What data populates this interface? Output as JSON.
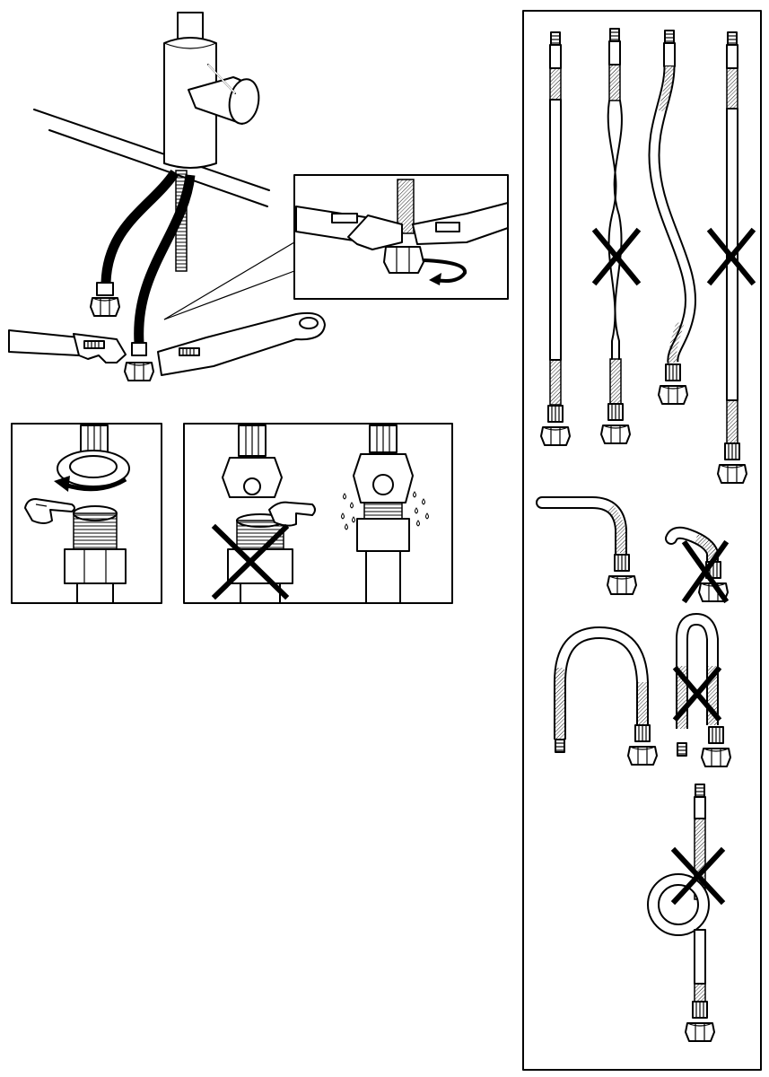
{
  "colors": {
    "ink": "#000000",
    "paper": "#ffffff"
  },
  "figures": [
    {
      "id": "faucet-install",
      "icons": [
        "faucet-icon",
        "wrench-icon",
        "hose-icon"
      ]
    },
    {
      "id": "connect-by-hand",
      "icons": [
        "hand-pointer-icon",
        "rotate-arrow-icon",
        "threaded-fitting-icon"
      ]
    },
    {
      "id": "no-sealant",
      "icons": [
        "hand-pointer-icon",
        "cross-mark-icon",
        "leak-drops-icon"
      ]
    },
    {
      "id": "hose-do-dont",
      "icons": [
        "straight-hose-icon",
        "twisted-hose-icon",
        "curved-hose-icon",
        "kinked-hose-icon",
        "looped-hose-icon",
        "cross-mark-icon"
      ]
    }
  ]
}
